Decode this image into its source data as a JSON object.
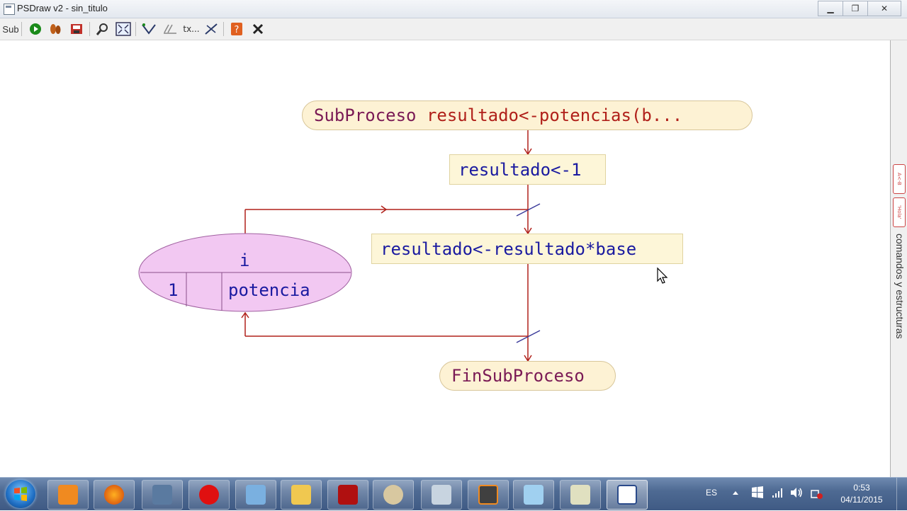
{
  "window": {
    "title": "PSDraw v2 - sin_titulo",
    "controls": [
      "minimize",
      "maximize",
      "close"
    ]
  },
  "toolbar": {
    "sub_label": "Sub",
    "text_label": "tx...",
    "items": [
      "sub-toggle",
      "run-icon",
      "step-icon",
      "export-icon",
      "zoom-icon",
      "fit-icon",
      "style-icon",
      "comments-icon",
      "text-icon",
      "crop-icon",
      "help-icon",
      "close-icon"
    ]
  },
  "diagram": {
    "header_keyword": "SubProceso",
    "header_signature": "resultado<-potencias(b...",
    "assign1": "resultado<-1",
    "assign2": "resultado<-resultado*base",
    "loop": {
      "variable": "i",
      "start": "1",
      "end": "potencia"
    },
    "footer": "FinSubProceso"
  },
  "side_panel": {
    "label": "comandos y estructuras",
    "icon1": "A<-B",
    "icon2": "'Hola'"
  },
  "colors": {
    "flow_line": "#b0201a",
    "loop_fill": "#f2c8f2",
    "node_fill": "#fdf2d4",
    "keyword": "#7a1a55",
    "expression": "#1a1aa0"
  },
  "taskbar": {
    "language": "ES",
    "time": "0:53",
    "date": "04/11/2015",
    "apps": [
      "media-player",
      "firefox",
      "network-app",
      "opera",
      "control-panel",
      "file-explorer",
      "acrobat",
      "paint",
      "calculator",
      "sublime-text",
      "notepad",
      "pseint",
      "calendar"
    ]
  }
}
